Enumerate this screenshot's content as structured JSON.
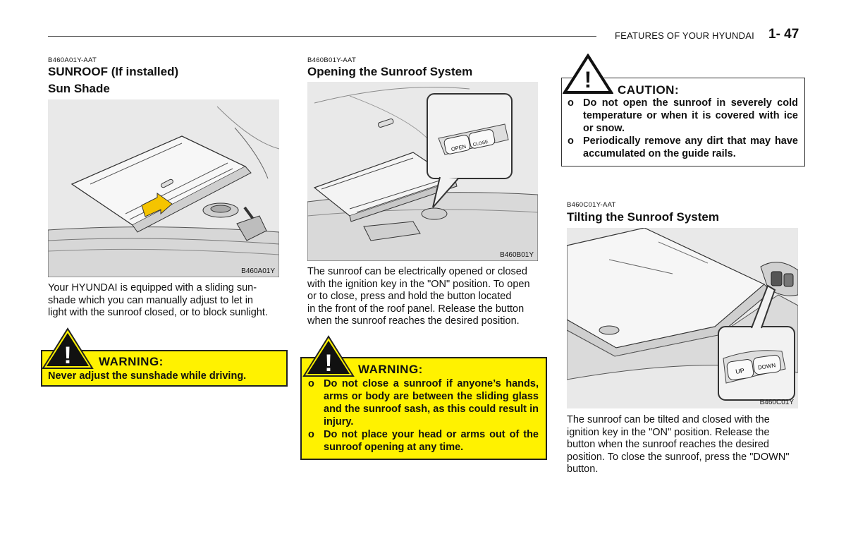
{
  "header": {
    "title": "FEATURES OF YOUR HYUNDAI",
    "page": "1- 47"
  },
  "col1": {
    "code": "B460A01Y-AAT",
    "heading1": "SUNROOF (If installed)",
    "heading2": "Sun Shade",
    "figure_id": "B460A01Y",
    "body_lines": [
      "Your HYUNDAI is equipped with a sliding sun-",
      "shade which you can manually adjust to let in",
      "light with the sunroof closed, or to block sunlight."
    ],
    "warning": {
      "title": "WARNING:",
      "text": "Never adjust the sunshade while driving."
    }
  },
  "col2": {
    "code": "B460B01Y-AAT",
    "heading": "Opening the Sunroof System",
    "figure_id": "B460B01Y",
    "switch_labels": [
      "OPEN",
      "CLOSE"
    ],
    "body_lines": [
      "The sunroof can be electrically opened or closed",
      "with the ignition key in the \"ON\" position. To open",
      "or to close, press and hold the button  located",
      "in the front of the roof panel. Release the button",
      "when the sunroof reaches the desired position."
    ],
    "warning": {
      "title": "WARNING:",
      "bullet": "o",
      "items": [
        "Do not close a sunroof if anyone’s hands, arms or body are between the sliding glass and the sunroof sash, as this could result in injury.",
        "Do not place your head or arms out of the sunroof opening at any time."
      ]
    }
  },
  "col3": {
    "caution": {
      "title": "CAUTION:",
      "bullet": "o",
      "items": [
        "Do not open the sunroof in severely cold temperature or when it is covered with ice or snow.",
        "Periodically remove any dirt that may have accumulated on the guide rails."
      ]
    },
    "code": "B460C01Y-AAT",
    "heading": "Tilting the Sunroof System",
    "figure_id": "B460C01Y",
    "switch_labels": [
      "UP",
      "DOWN"
    ],
    "body_lines": [
      "The sunroof can be tilted and closed with the",
      "ignition key in the \"ON\" position. Release the",
      "button when the sunroof reaches the desired",
      "position. To close the sunroof, press the \"DOWN\"",
      "button."
    ]
  },
  "colors": {
    "warning_bg": "#fff200",
    "figure_bg": "#e9e9e9",
    "arrow": "#f5c400"
  },
  "icons": [
    "warning-triangle-icon",
    "caution-triangle-icon"
  ]
}
